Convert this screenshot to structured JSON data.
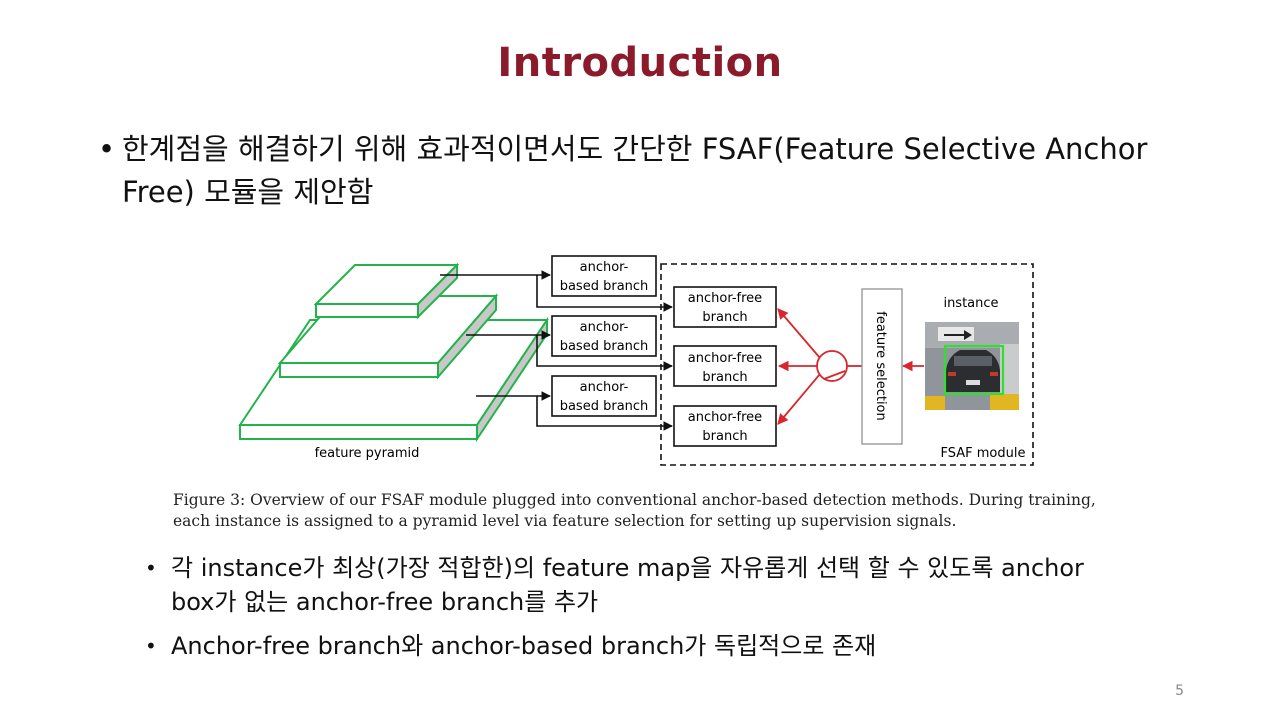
{
  "slide": {
    "title": "Introduction",
    "bullet_main": "한계점을 해결하기 위해 효과적이면서도 간단한 FSAF(Feature Selective Anchor Free) 모듈을 제안함",
    "bullet_dot": "•",
    "sub_bullets": [
      "각 instance가 최상(가장 적합한)의 feature map을 자유롭게 선택 할 수 있도록 anchor box가 없는 anchor-free branch를 추가",
      "Anchor-free branch와 anchor-based branch가 독립적으로 존재"
    ],
    "page_number": "5"
  },
  "figure": {
    "caption": "Figure 3: Overview of our FSAF module plugged into conventional anchor-based detection methods. During training, each instance is assigned to a pyramid level via feature selection for setting up supervision signals.",
    "anchor_based": [
      "anchor-",
      "based branch"
    ],
    "anchor_free": [
      "anchor-free",
      "branch"
    ],
    "feature_selection": "feature selection",
    "instance": "instance",
    "fsaf_module": "FSAF module",
    "feature_pyramid": "feature pyramid",
    "colors": {
      "pyramid": "#22b34a",
      "arrow_red": "#d9262b",
      "title": "#8b1a2b"
    }
  }
}
